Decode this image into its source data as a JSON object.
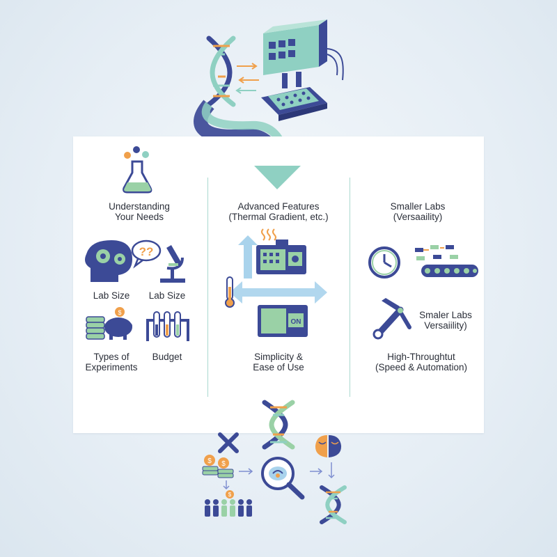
{
  "columns": {
    "left": {
      "title": [
        "Understanding",
        "Your Needs"
      ],
      "items": {
        "lab_size_1": "Lab Size",
        "lab_size_2": "Lab Size",
        "types": [
          "Types of",
          "Experiments"
        ],
        "budget": "Budget"
      }
    },
    "middle": {
      "title": [
        "Advanced Features",
        "(Thermal Gradient, etc.)"
      ],
      "device_button": "ON",
      "bottom": [
        "Simplicity &",
        "Ease of Use"
      ]
    },
    "right": {
      "title": [
        "Smaller Labs",
        "(Versaaility)"
      ],
      "tool_label": [
        "Smaler Labs",
        "Versaiility)"
      ],
      "bottom": [
        "High-Throughtut",
        "(Speed & Automation)"
      ]
    }
  },
  "decor": {
    "question_marks": "??",
    "dollar_symbol": "$",
    "colors": {
      "navy": "#3c4a96",
      "teal": "#8fd0c2",
      "green": "#9ad1a6",
      "orange": "#f0a04b",
      "light_blue": "#a9d3ec"
    }
  }
}
